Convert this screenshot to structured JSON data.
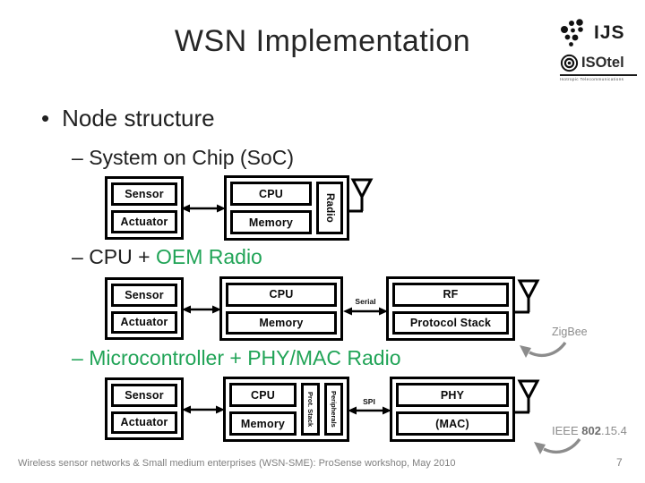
{
  "slide": {
    "title": "WSN Implementation",
    "footer": "Wireless sensor networks & Small medium enterprises (WSN-SME): ProSense workshop, May 2010",
    "page_number": "7"
  },
  "logos": {
    "ijs_text": "IJS",
    "isotel_text": "ISOtel",
    "isotel_tagline": "Isotropic Telecommunications"
  },
  "bullets": {
    "bullet_char": "•",
    "node_structure": "Node structure",
    "soc": {
      "dash": "– ",
      "text": "System on Chip (SoC)"
    },
    "oem": {
      "dash": "– ",
      "black": "CPU + ",
      "green": "OEM Radio"
    },
    "mcu": {
      "dash": "– ",
      "green": "Microcontroller + PHY/MAC Radio"
    }
  },
  "diagram_soc": {
    "sensor": "Sensor",
    "actuator": "Actuator",
    "cpu": "CPU",
    "memory": "Memory",
    "radio": "Radio"
  },
  "diagram_oem": {
    "sensor": "Sensor",
    "actuator": "Actuator",
    "cpu": "CPU",
    "memory": "Memory",
    "bus": "Serial",
    "rf": "RF",
    "protocol_stack": "Protocol Stack",
    "annotation": "ZigBee"
  },
  "diagram_mcu": {
    "sensor": "Sensor",
    "actuator": "Actuator",
    "cpu": "CPU",
    "memory": "Memory",
    "prot_stack": "Prot. Stack",
    "peripherals": "Peripherals",
    "bus": "SPI",
    "phy": "PHY",
    "mac": "(MAC)",
    "annotation_prefix": "IEEE ",
    "annotation_bold": "802",
    "annotation_suffix": ".15.4"
  },
  "colors": {
    "accent_green": "#21A457",
    "annotation_gray": "#8C8C8C",
    "footer_gray": "#7F7F7F",
    "ink": "#000000"
  }
}
